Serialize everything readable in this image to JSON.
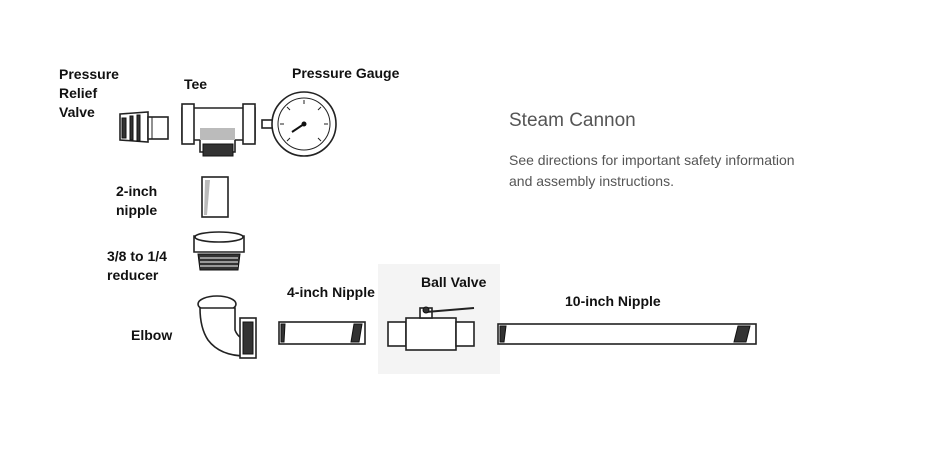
{
  "labels": {
    "pressure_relief_valve": [
      "Pressure",
      "Relief",
      "Valve"
    ],
    "tee": "Tee",
    "pressure_gauge": "Pressure Gauge",
    "two_inch_nipple": [
      "2-inch",
      "nipple"
    ],
    "reducer": [
      "3/8 to 1/4",
      "reducer"
    ],
    "elbow": "Elbow",
    "four_inch_nipple": "4-inch Nipple",
    "ball_valve": "Ball Valve",
    "ten_inch_nipple": "10-inch Nipple"
  },
  "heading": {
    "title": "Steam Cannon",
    "description_line1": "See directions for important safety information",
    "description_line2": "and assembly instructions."
  },
  "icons": [
    "pressure-relief-valve-icon",
    "tee-fitting-icon",
    "pressure-gauge-icon",
    "nipple-icon",
    "reducer-icon",
    "elbow-fitting-icon",
    "ball-valve-icon"
  ]
}
